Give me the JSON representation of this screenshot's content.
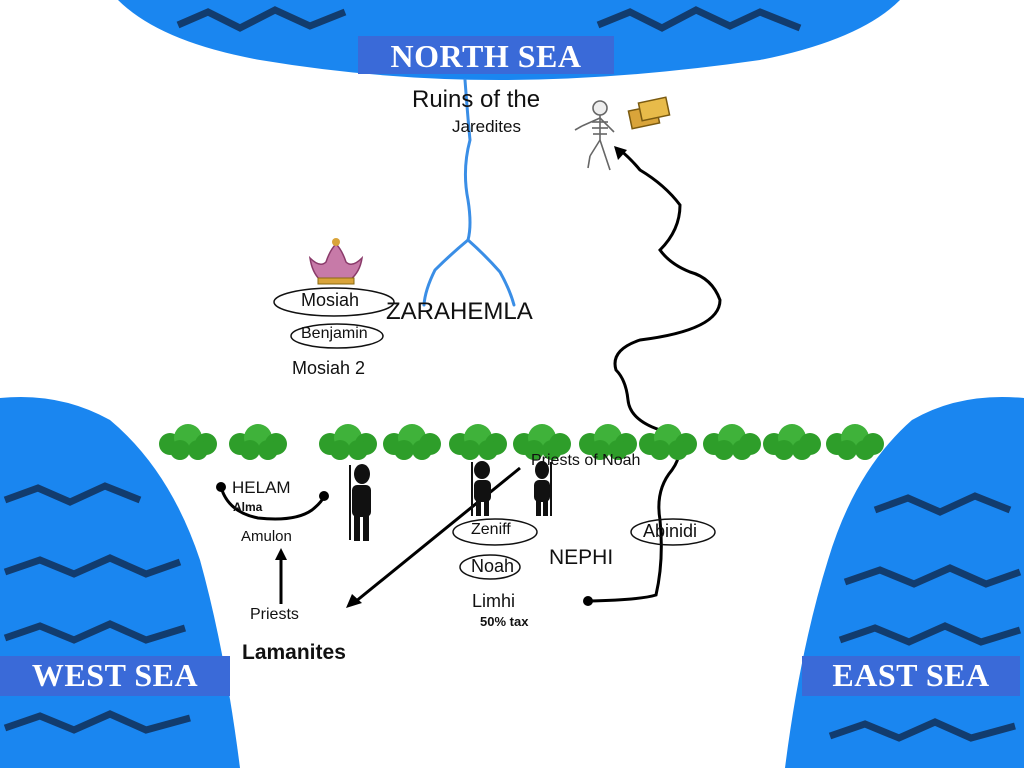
{
  "seas": {
    "north": "NORTH SEA",
    "west": "WEST SEA",
    "east": "EAST SEA"
  },
  "places": {
    "ruins_line1": "Ruins of the",
    "ruins_line2": "Jaredites",
    "zarahemla": "ZARAHEMLA",
    "helam": "HELAM",
    "nephi": "NEPHI",
    "lamanites": "Lamanites"
  },
  "people": {
    "mosiah": "Mosiah",
    "benjamin": "Benjamin",
    "mosiah2": "Mosiah 2",
    "alma": "Alma",
    "amulon": "Amulon",
    "priests": "Priests",
    "priests_of_noah": "Priests of Noah",
    "zeniff": "Zeniff",
    "noah": "Noah",
    "limhi": "Limhi",
    "abinidi": "Abinidi",
    "tax": "50% tax"
  },
  "colors": {
    "sea": "#1a86f0",
    "sea_label_bg": "#3a6ad8",
    "wave": "#123c6e",
    "river": "#3a8ee6",
    "forest": "#2e9e2a",
    "path": "#000000"
  },
  "icons": {
    "crown": "crown-icon",
    "skeleton": "skeleton-icon",
    "gold": "gold-plates-icon",
    "forest": "tree-icon",
    "person": "person-silhouette-icon"
  }
}
